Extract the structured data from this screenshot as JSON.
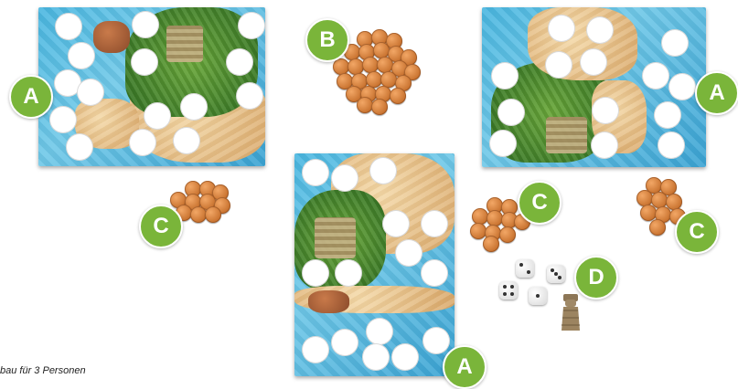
{
  "components": {
    "A": "A",
    "B": "B",
    "C": "C",
    "D": "D"
  },
  "caption": "bau für 3 Personen",
  "colors": {
    "badge": "#7ab53a",
    "water": "#49b6e0",
    "coin": "#c8722f"
  }
}
